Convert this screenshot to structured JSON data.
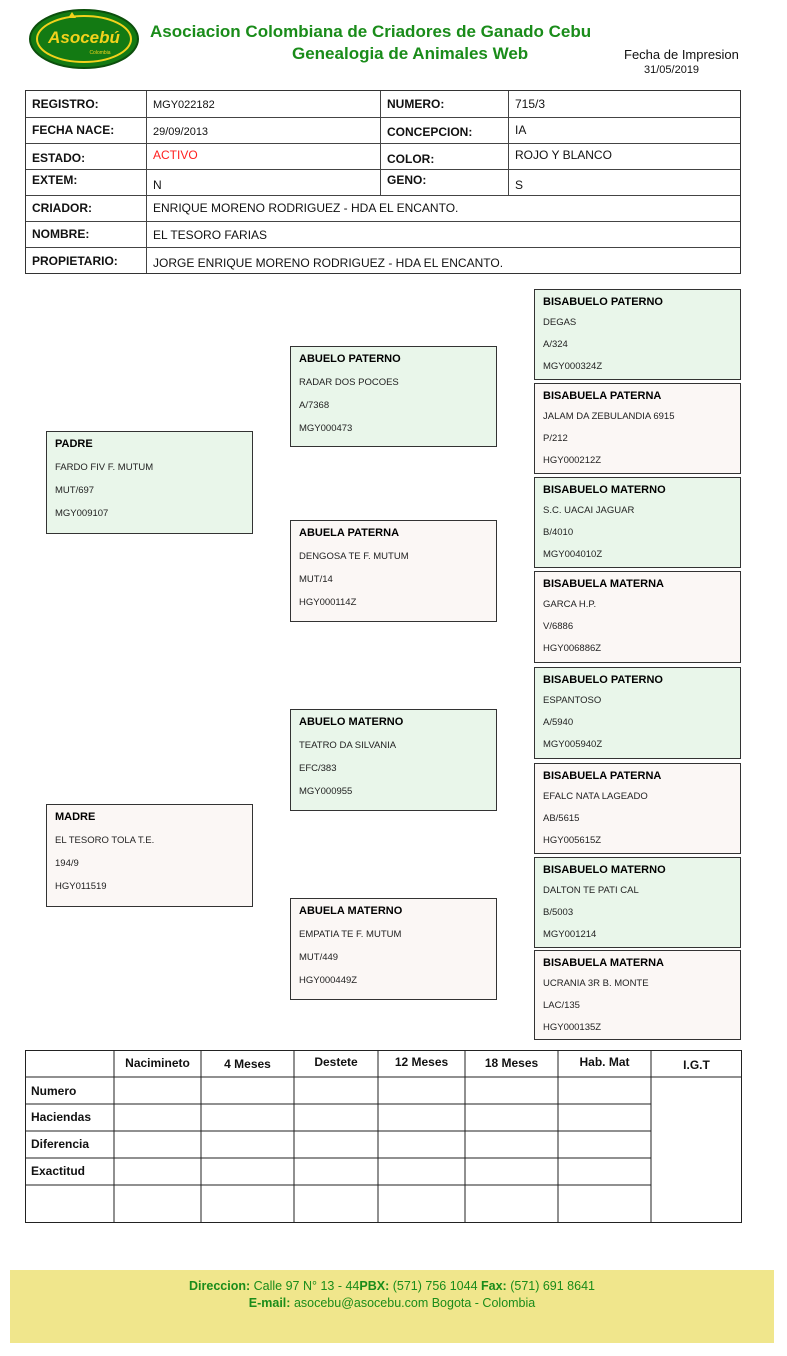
{
  "header": {
    "logo_text": "Asocebú",
    "logo_sub": "Colombia",
    "title_line1": "Asociacion Colombiana de Criadores de Ganado Cebu",
    "title_line2": "Genealogia de Animales Web",
    "print_date_label": "Fecha de Impresion",
    "print_date_value": "31/05/2019"
  },
  "animal": {
    "registro_label": "REGISTRO:",
    "registro": "MGY022182",
    "numero_label": "NUMERO:",
    "numero": "715/3",
    "fecha_nace_label": "FECHA NACE:",
    "fecha_nace": "29/09/2013",
    "concepcion_label": "CONCEPCION:",
    "concepcion": "IA",
    "estado_label": "ESTADO:",
    "estado": "ACTIVO",
    "color_label": "COLOR:",
    "color": "ROJO Y BLANCO",
    "extem_label": "EXTEM:",
    "extem": "N",
    "geno_label": "GENO:",
    "geno": "S",
    "criador_label": "CRIADOR:",
    "criador": "ENRIQUE MORENO RODRIGUEZ - HDA EL ENCANTO.",
    "nombre_label": "NOMBRE:",
    "nombre": "EL TESORO FARIAS",
    "propietario_label": "PROPIETARIO:",
    "propietario": "JORGE ENRIQUE MORENO RODRIGUEZ - HDA EL ENCANTO."
  },
  "pedigree": {
    "padre": {
      "title": "PADRE",
      "name": "FARDO FIV F. MUTUM",
      "number": "MUT/697",
      "reg": "MGY009107"
    },
    "madre": {
      "title": "MADRE",
      "name": "EL TESORO TOLA T.E.",
      "number": "194/9",
      "reg": "HGY011519"
    },
    "abuelo_paterno": {
      "title": "ABUELO PATERNO",
      "name": "RADAR DOS POCOES",
      "number": "A/7368",
      "reg": "MGY000473"
    },
    "abuela_paterna": {
      "title": "ABUELA PATERNA",
      "name": "DENGOSA TE F. MUTUM",
      "number": "MUT/14",
      "reg": "HGY000114Z"
    },
    "abuelo_materno": {
      "title": "ABUELO MATERNO",
      "name": "TEATRO DA SILVANIA",
      "number": "EFC/383",
      "reg": "MGY000955"
    },
    "abuela_materna": {
      "title": "ABUELA MATERNO",
      "name": "EMPATIA TE F. MUTUM",
      "number": "MUT/449",
      "reg": "HGY000449Z"
    },
    "bisabuelos": [
      {
        "title": "BISABUELO PATERNO",
        "name": "DEGAS",
        "number": "A/324",
        "reg": "MGY000324Z"
      },
      {
        "title": "BISABUELA PATERNA",
        "name": "JALAM DA ZEBULANDIA 6915",
        "number": "P/212",
        "reg": "HGY000212Z"
      },
      {
        "title": "BISABUELO MATERNO",
        "name": "S.C. UACAI JAGUAR",
        "number": "B/4010",
        "reg": "MGY004010Z"
      },
      {
        "title": "BISABUELA MATERNA",
        "name": "GARCA H.P.",
        "number": "V/6886",
        "reg": "HGY006886Z"
      },
      {
        "title": "BISABUELO PATERNO",
        "name": "ESPANTOSO",
        "number": "A/5940",
        "reg": "MGY005940Z"
      },
      {
        "title": "BISABUELA PATERNA",
        "name": "EFALC NATA LAGEADO",
        "number": "AB/5615",
        "reg": "HGY005615Z"
      },
      {
        "title": "BISABUELO MATERNO",
        "name": "DALTON TE PATI CAL",
        "number": "B/5003",
        "reg": "MGY001214"
      },
      {
        "title": "BISABUELA MATERNA",
        "name": "UCRANIA 3R B. MONTE",
        "number": "LAC/135",
        "reg": "HGY000135Z"
      }
    ]
  },
  "performance": {
    "columns": [
      "Nacimineto",
      "4 Meses",
      "Destete",
      "12 Meses",
      "18 Meses",
      "Hab. Mat",
      "I.G.T"
    ],
    "rows": [
      "Numero",
      "Haciendas",
      "Diferencia",
      "Exactitud"
    ]
  },
  "footer": {
    "address_label": "Direccion:",
    "address": "Calle 97 N°  13 - 44",
    "pbx_label": "PBX:",
    "pbx": "(571) 756 1044",
    "fax_label": "Fax:",
    "fax": "(571) 691 8641",
    "email_label": "E-mail:",
    "email": "asocebu@asocebu.com Bogota - Colombia"
  },
  "colors": {
    "brand_green": "#1a8c1a",
    "logo_green": "#137a13",
    "logo_yellow": "#f2d21c",
    "male_box": "#e9f6ea",
    "female_box": "#fbf7f5",
    "status_red": "#ff2020",
    "footer_bg": "#f0e68c"
  }
}
